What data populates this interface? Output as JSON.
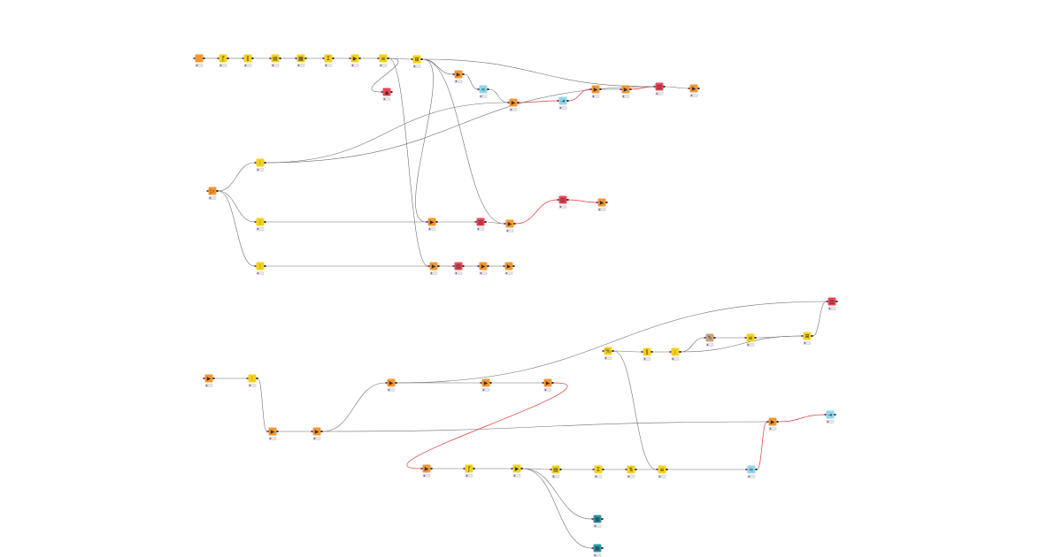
{
  "canvas": {
    "background": "#ffffff"
  },
  "palette": {
    "orange": "#f5962e",
    "yellow": "#f5d21a",
    "red": "#ef4656",
    "lightblue": "#8fd6ea",
    "teal": "#2a9aa8",
    "tan": "#c9a27c",
    "edge": "#6e6e6e",
    "active_edge": "#e23b3b"
  },
  "nodes": [
    {
      "id": "n1",
      "color": "orange",
      "icon": "file-reader-icon",
      "glyph": ""
    },
    {
      "id": "n2",
      "color": "yellow",
      "icon": "filter-icon",
      "glyph": "ƒ"
    },
    {
      "id": "n3",
      "color": "yellow",
      "icon": "column-filter-icon",
      "glyph": "‖"
    },
    {
      "id": "n4",
      "color": "yellow",
      "icon": "row-filter-icon",
      "glyph": "▤"
    },
    {
      "id": "n5",
      "color": "yellow",
      "icon": "groupby-icon",
      "glyph": "▦"
    },
    {
      "id": "n6",
      "color": "yellow",
      "icon": "math-icon",
      "glyph": "Σ"
    },
    {
      "id": "n7",
      "color": "yellow",
      "icon": "rename-icon",
      "glyph": "▶"
    },
    {
      "id": "n8",
      "color": "yellow",
      "icon": "string-icon",
      "glyph": "≡"
    },
    {
      "id": "n9",
      "color": "yellow",
      "icon": "joiner-icon",
      "glyph": "⊞"
    },
    {
      "id": "n10",
      "color": "red",
      "icon": "chart-icon",
      "glyph": "▲"
    },
    {
      "id": "n11",
      "color": "orange",
      "icon": "table-creator-icon",
      "glyph": "▶"
    },
    {
      "id": "n12",
      "color": "lightblue",
      "icon": "loop-icon",
      "glyph": "∞"
    },
    {
      "id": "n13",
      "color": "orange",
      "icon": "loop-start-icon",
      "glyph": "▶"
    },
    {
      "id": "n14",
      "color": "lightblue",
      "icon": "loop-end-icon",
      "glyph": "⇥"
    },
    {
      "id": "n15",
      "color": "orange",
      "icon": "variable-icon",
      "glyph": "▶"
    },
    {
      "id": "n16",
      "color": "orange",
      "icon": "variable-icon",
      "glyph": "▶"
    },
    {
      "id": "n17",
      "color": "red",
      "icon": "view-icon",
      "glyph": "▥"
    },
    {
      "id": "n18",
      "color": "orange",
      "icon": "output-icon",
      "glyph": "▶"
    },
    {
      "id": "n19",
      "color": "orange",
      "icon": "source-icon",
      "glyph": "▷"
    },
    {
      "id": "n20",
      "color": "yellow",
      "icon": "metanode-icon",
      "glyph": "⋮"
    },
    {
      "id": "n21",
      "color": "yellow",
      "icon": "metanode-icon",
      "glyph": "⋮"
    },
    {
      "id": "n22",
      "color": "yellow",
      "icon": "metanode-icon",
      "glyph": "⋮"
    },
    {
      "id": "n23",
      "color": "orange",
      "icon": "transform-icon",
      "glyph": "▶"
    },
    {
      "id": "n24",
      "color": "red",
      "icon": "view-icon",
      "glyph": "▥"
    },
    {
      "id": "n25",
      "color": "orange",
      "icon": "transform-icon",
      "glyph": "▶"
    },
    {
      "id": "n26",
      "color": "red",
      "icon": "view-icon",
      "glyph": "▥"
    },
    {
      "id": "n27",
      "color": "orange",
      "icon": "output-icon",
      "glyph": "▶"
    },
    {
      "id": "n28",
      "color": "orange",
      "icon": "transform-icon",
      "glyph": "▶"
    },
    {
      "id": "n29",
      "color": "red",
      "icon": "view-icon",
      "glyph": "▥"
    },
    {
      "id": "n30",
      "color": "orange",
      "icon": "transform-icon",
      "glyph": "▶"
    },
    {
      "id": "n31",
      "color": "orange",
      "icon": "transform-icon",
      "glyph": "▶"
    },
    {
      "id": "n32",
      "color": "orange",
      "icon": "source-icon",
      "glyph": "▶"
    },
    {
      "id": "n33",
      "color": "yellow",
      "icon": "metanode-icon",
      "glyph": "⋮"
    },
    {
      "id": "n34",
      "color": "orange",
      "icon": "transform-icon",
      "glyph": "▶"
    },
    {
      "id": "n35",
      "color": "orange",
      "icon": "transform-icon",
      "glyph": "▶"
    },
    {
      "id": "n36",
      "color": "orange",
      "icon": "transform-icon",
      "glyph": "▶"
    },
    {
      "id": "n37",
      "color": "orange",
      "icon": "transform-icon",
      "glyph": "▶"
    },
    {
      "id": "n38",
      "color": "orange",
      "icon": "variable-icon",
      "glyph": "▶"
    },
    {
      "id": "n39",
      "color": "red",
      "icon": "view-icon",
      "glyph": "▥"
    },
    {
      "id": "n40",
      "color": "yellow",
      "icon": "filter-icon",
      "glyph": "%"
    },
    {
      "id": "n41",
      "color": "yellow",
      "icon": "column-filter-icon",
      "glyph": "‖"
    },
    {
      "id": "n42",
      "color": "yellow",
      "icon": "metanode-icon",
      "glyph": "⋮"
    },
    {
      "id": "n43",
      "color": "tan",
      "icon": "script-icon",
      "glyph": "✎"
    },
    {
      "id": "n44",
      "color": "yellow",
      "icon": "string-icon",
      "glyph": "≡"
    },
    {
      "id": "n45",
      "color": "yellow",
      "icon": "joiner-icon",
      "glyph": "⊞"
    },
    {
      "id": "n46",
      "color": "orange",
      "icon": "variable-icon",
      "glyph": "▶"
    },
    {
      "id": "n47",
      "color": "lightblue",
      "icon": "loop-end-icon",
      "glyph": "⇥"
    },
    {
      "id": "n48",
      "color": "orange",
      "icon": "loop-start-icon",
      "glyph": "▶"
    },
    {
      "id": "n49",
      "color": "yellow",
      "icon": "filter-icon",
      "glyph": "ƒ"
    },
    {
      "id": "n50",
      "color": "yellow",
      "icon": "rename-icon",
      "glyph": "▶"
    },
    {
      "id": "n51",
      "color": "yellow",
      "icon": "row-filter-icon",
      "glyph": "▤"
    },
    {
      "id": "n52",
      "color": "yellow",
      "icon": "math-icon",
      "glyph": "Σ"
    },
    {
      "id": "n53",
      "color": "yellow",
      "icon": "sorter-icon",
      "glyph": "⇅"
    },
    {
      "id": "n54",
      "color": "yellow",
      "icon": "string-icon",
      "glyph": "≡"
    },
    {
      "id": "n55",
      "color": "lightblue",
      "icon": "loop-icon",
      "glyph": "∞"
    },
    {
      "id": "n56",
      "color": "teal",
      "icon": "writer-icon",
      "glyph": "▦"
    },
    {
      "id": "n57",
      "color": "teal",
      "icon": "writer-icon",
      "glyph": "▦"
    }
  ],
  "edges": [
    {
      "from": "n1",
      "to": "n2"
    },
    {
      "from": "n2",
      "to": "n3"
    },
    {
      "from": "n3",
      "to": "n4"
    },
    {
      "from": "n4",
      "to": "n5"
    },
    {
      "from": "n5",
      "to": "n6"
    },
    {
      "from": "n6",
      "to": "n7"
    },
    {
      "from": "n7",
      "to": "n8"
    },
    {
      "from": "n8",
      "to": "n9"
    },
    {
      "from": "n8",
      "to": "n10"
    },
    {
      "from": "n9",
      "to": "n11"
    },
    {
      "from": "n11",
      "to": "n12"
    },
    {
      "from": "n12",
      "to": "n13"
    },
    {
      "from": "n13",
      "to": "n14",
      "active": true
    },
    {
      "from": "n14",
      "to": "n15",
      "active": true
    },
    {
      "from": "n15",
      "to": "n16"
    },
    {
      "from": "n16",
      "to": "n17",
      "active": true
    },
    {
      "from": "n17",
      "to": "n18"
    },
    {
      "from": "n9",
      "to": "n17"
    },
    {
      "from": "n19",
      "to": "n20"
    },
    {
      "from": "n19",
      "to": "n21"
    },
    {
      "from": "n19",
      "to": "n22"
    },
    {
      "from": "n20",
      "to": "n13"
    },
    {
      "from": "n20",
      "to": "n17"
    },
    {
      "from": "n21",
      "to": "n23"
    },
    {
      "from": "n23",
      "to": "n24"
    },
    {
      "from": "n24",
      "to": "n25"
    },
    {
      "from": "n25",
      "to": "n26",
      "active": true
    },
    {
      "from": "n26",
      "to": "n27",
      "active": true
    },
    {
      "from": "n22",
      "to": "n28"
    },
    {
      "from": "n28",
      "to": "n29"
    },
    {
      "from": "n29",
      "to": "n30"
    },
    {
      "from": "n30",
      "to": "n31"
    },
    {
      "from": "n32",
      "to": "n33"
    },
    {
      "from": "n33",
      "to": "n34"
    },
    {
      "from": "n34",
      "to": "n35"
    },
    {
      "from": "n35",
      "to": "n36"
    },
    {
      "from": "n36",
      "to": "n37"
    },
    {
      "from": "n37",
      "to": "n38"
    },
    {
      "from": "n36",
      "to": "n39"
    },
    {
      "from": "n35",
      "to": "n46"
    },
    {
      "from": "n40",
      "to": "n41"
    },
    {
      "from": "n41",
      "to": "n42"
    },
    {
      "from": "n42",
      "to": "n43"
    },
    {
      "from": "n43",
      "to": "n44"
    },
    {
      "from": "n44",
      "to": "n45"
    },
    {
      "from": "n42",
      "to": "n45"
    },
    {
      "from": "n45",
      "to": "n39"
    },
    {
      "from": "n46",
      "to": "n47",
      "active": true
    },
    {
      "from": "n38",
      "to": "n48",
      "active": true
    },
    {
      "from": "n48",
      "to": "n49"
    },
    {
      "from": "n49",
      "to": "n50"
    },
    {
      "from": "n50",
      "to": "n51"
    },
    {
      "from": "n50",
      "to": "n56"
    },
    {
      "from": "n50",
      "to": "n57"
    },
    {
      "from": "n51",
      "to": "n52"
    },
    {
      "from": "n52",
      "to": "n53"
    },
    {
      "from": "n53",
      "to": "n54"
    },
    {
      "from": "n54",
      "to": "n55"
    },
    {
      "from": "n55",
      "to": "n46",
      "active": true
    },
    {
      "from": "n40",
      "to": "n54"
    },
    {
      "from": "n9",
      "to": "n25"
    },
    {
      "from": "n8",
      "to": "n28"
    },
    {
      "from": "n9",
      "to": "n23"
    }
  ]
}
